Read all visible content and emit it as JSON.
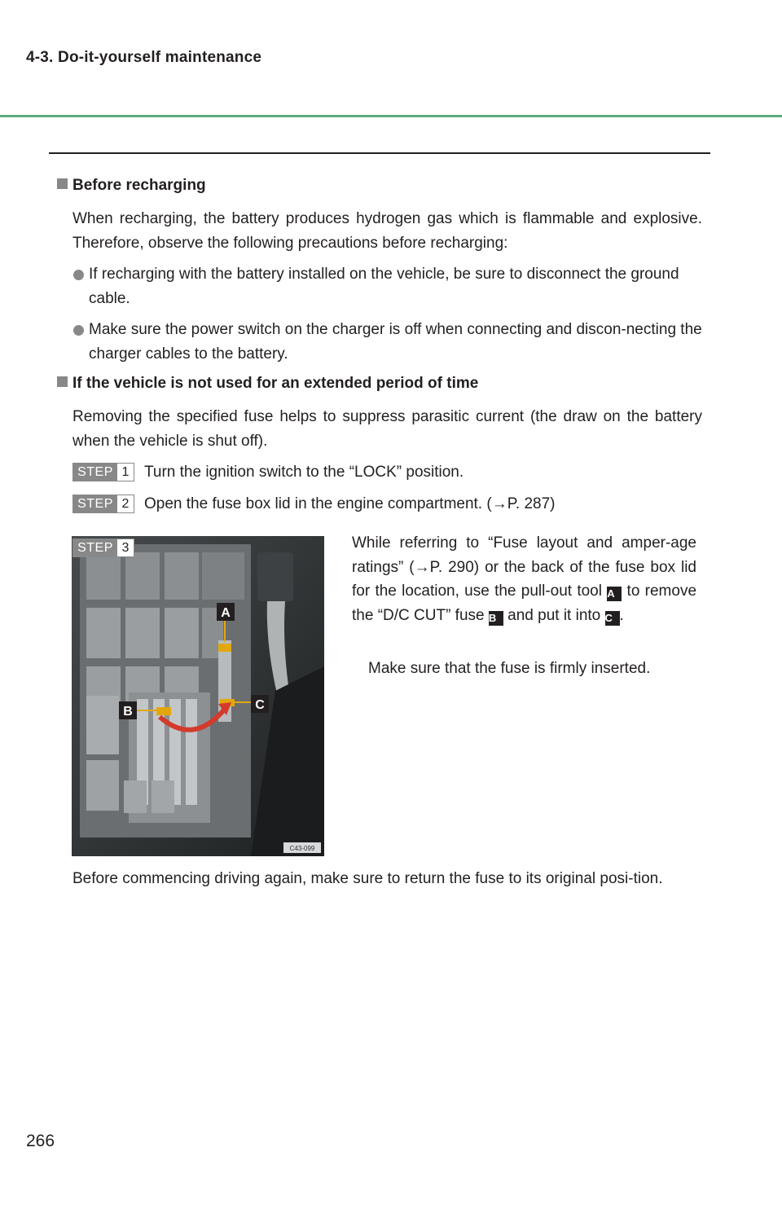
{
  "header": {
    "section": "4-3. Do-it-yourself maintenance"
  },
  "colors": {
    "accent": "#5aae7d",
    "bullet_gray": "#888888",
    "text": "#231f20"
  },
  "sections": [
    {
      "heading": "Before recharging",
      "intro": "When recharging, the battery produces hydrogen gas which is flammable and explosive. Therefore, observe the following precautions before recharging:",
      "bullets": [
        "If recharging with the battery installed on the vehicle, be sure to disconnect the ground cable.",
        "Make sure the power switch on the charger is off when connecting and discon-necting the charger cables to the battery."
      ]
    },
    {
      "heading": "If the vehicle is not used for an extended period of time",
      "intro": "Removing the specified fuse helps to suppress parasitic current (the draw on the battery when the vehicle is shut off)."
    }
  ],
  "steps": [
    {
      "label": "STEP",
      "num": "1",
      "text": "Turn the ignition switch to the “LOCK” position."
    },
    {
      "label": "STEP",
      "num": "2",
      "text": "Open the fuse box lid in the engine compartment. (→P. 287)"
    },
    {
      "label": "STEP",
      "num": "3",
      "text_a": "While referring to “Fuse layout and amper-age ratings” (→P. 290) or the back of the fuse box lid for the location, use the pull-out tool",
      "marker_a": "A",
      "text_b": "to remove the “D/C CUT” fuse",
      "marker_b": "B",
      "text_c": "and put it into",
      "marker_c": "C",
      "text_d": ".",
      "note": "Make sure that the fuse is firmly inserted."
    }
  ],
  "figure": {
    "callouts": [
      "A",
      "B",
      "C"
    ],
    "code": "C43-099"
  },
  "closing": "Before commencing driving again, make sure to return the fuse to its original posi-tion.",
  "page_number": "266"
}
